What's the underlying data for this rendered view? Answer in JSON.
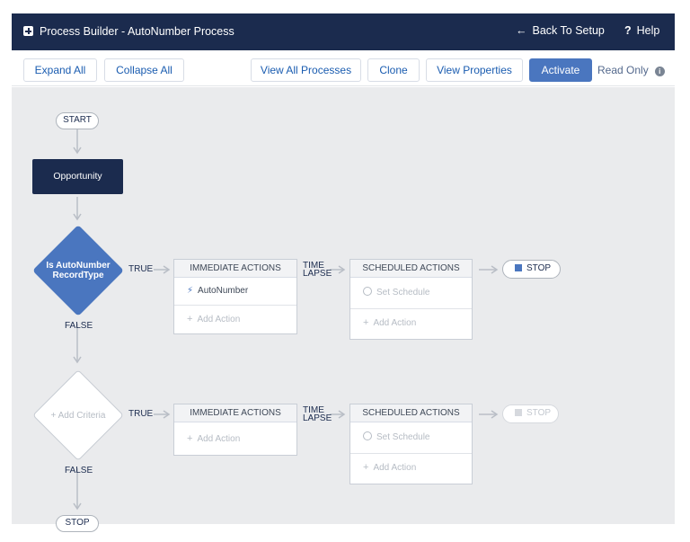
{
  "header": {
    "title": "Process Builder - AutoNumber Process",
    "back_label": "Back To Setup",
    "help_label": "Help"
  },
  "toolbar": {
    "expand_all": "Expand All",
    "collapse_all": "Collapse All",
    "view_all_processes": "View All Processes",
    "clone": "Clone",
    "view_properties": "View Properties",
    "activate": "Activate",
    "read_only": "Read Only"
  },
  "flow": {
    "start_label": "START",
    "object_label": "Opportunity",
    "stop_label": "STOP",
    "true_label": "TRUE",
    "false_label": "FALSE",
    "time_lapse_line1": "TIME",
    "time_lapse_line2": "LAPSE",
    "criteria1": {
      "line1": "Is AutoNumber",
      "line2": "RecordType"
    },
    "criteria2": {
      "label": "Add Criteria"
    },
    "immediate_actions_label": "IMMEDIATE ACTIONS",
    "scheduled_actions_label": "SCHEDULED ACTIONS",
    "action_name": "AutoNumber",
    "add_action_label": "Add Action",
    "set_schedule_label": "Set Schedule"
  },
  "colors": {
    "header_bg": "#1b2b4e",
    "accent": "#4a76bf",
    "canvas_bg": "#eaebed"
  }
}
